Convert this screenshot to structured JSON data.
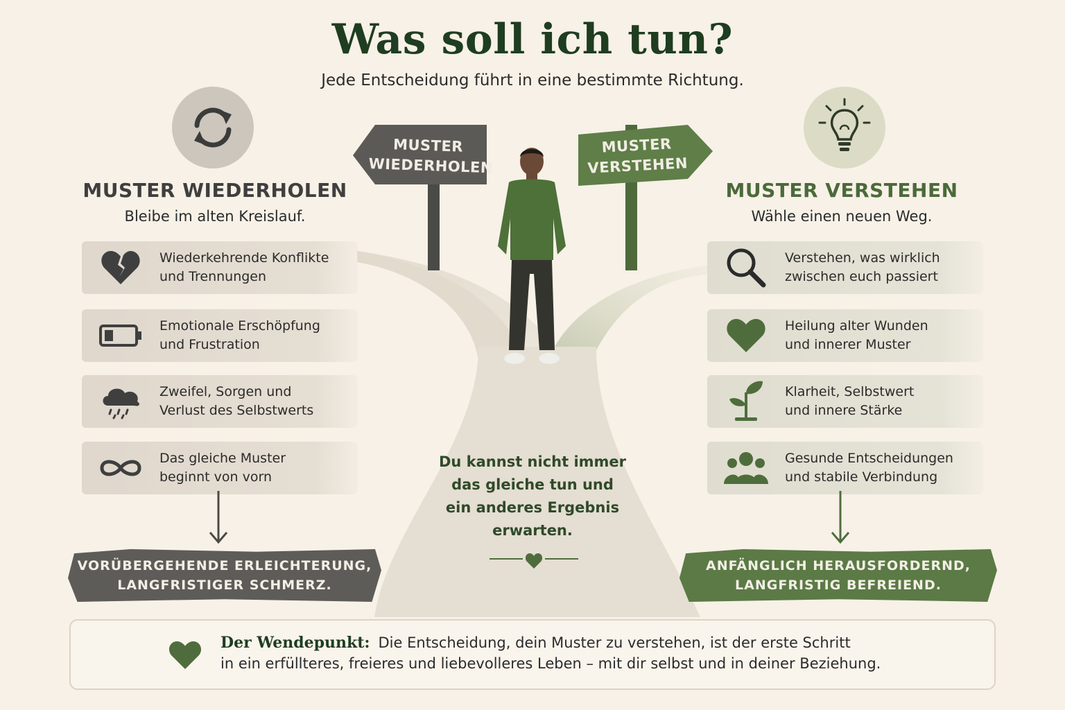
{
  "header": {
    "title": "Was soll ich tun?",
    "subtitle": "Jede Entscheidung führt in eine bestimmte Richtung."
  },
  "signs": {
    "left": "MUSTER\nWIEDERHOLEN",
    "right": "MUSTER\nVERSTEHEN"
  },
  "left": {
    "icon": "refresh-cycle-icon",
    "title": "MUSTER WIEDERHOLEN",
    "subtitle": "Bleibe im alten Kreislauf.",
    "items": [
      {
        "icon": "broken-heart-icon",
        "text": "Wiederkehrende Konflikte\nund Trennungen"
      },
      {
        "icon": "low-battery-icon",
        "text": "Emotionale Erschöpfung\nund Frustration"
      },
      {
        "icon": "rain-cloud-icon",
        "text": "Zweifel, Sorgen und\nVerlust des Selbstwerts"
      },
      {
        "icon": "infinity-icon",
        "text": "Das gleiche Muster\nbeginnt von vorn"
      }
    ],
    "result_line1": "VORÜBERGEHENDE ERLEICHTERUNG,",
    "result_line2": "LANGFRISTIGER SCHMERZ."
  },
  "right": {
    "icon": "lightbulb-icon",
    "title": "MUSTER VERSTEHEN",
    "subtitle": "Wähle einen neuen Weg.",
    "items": [
      {
        "icon": "magnifier-icon",
        "text": "Verstehen, was wirklich\nzwischen euch passiert"
      },
      {
        "icon": "heart-icon",
        "text": "Heilung alter Wunden\nund innerer Muster"
      },
      {
        "icon": "sprout-icon",
        "text": "Klarheit, Selbstwert\nund innere Stärke"
      },
      {
        "icon": "group-icon",
        "text": "Gesunde Entscheidungen\nund stabile Verbindung"
      }
    ],
    "result_line1": "ANFÄNGLICH HERAUSFORDERND,",
    "result_line2": "LANGFRISTIG BEFREIEND."
  },
  "center": {
    "quote": "Du kannst nicht immer\ndas gleiche tun und\nein anderes Ergebnis\nerwarten."
  },
  "footer": {
    "label": "Der Wendepunkt:",
    "line1": "Die Entscheidung, dein Muster zu verstehen, ist der erste Schritt",
    "line2": "in ein erfüllteres, freieres und liebevolleres Leben – mit dir selbst und in deiner Beziehung."
  },
  "colors": {
    "background": "#f7f1e7",
    "dark_green": "#1f3d20",
    "green": "#5b7a45",
    "gray": "#5d5c58"
  }
}
